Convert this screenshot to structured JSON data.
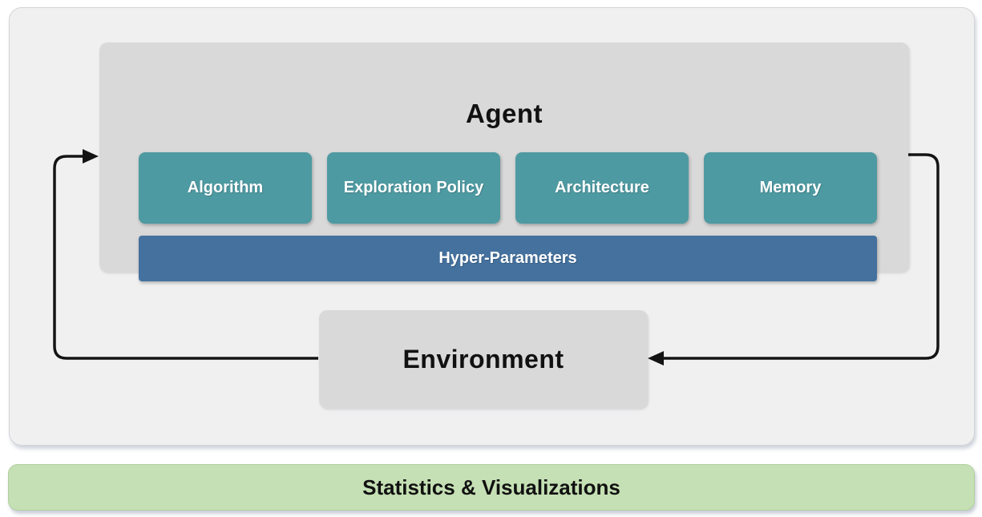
{
  "diagram": {
    "agent_title": "Agent",
    "modules": [
      "Algorithm",
      "Exploration Policy",
      "Architecture",
      "Memory"
    ],
    "hyper_label": "Hyper-Parameters",
    "environment_title": "Environment",
    "footer_label": "Statistics & Visualizations"
  },
  "colors": {
    "module_teal": "#4e9aa2",
    "hyper_blue": "#44719e",
    "box_gray": "#d9d9d9",
    "panel_gray": "#f0f0f1",
    "footer_green": "#c5e0b4",
    "arrow_black": "#141414"
  }
}
